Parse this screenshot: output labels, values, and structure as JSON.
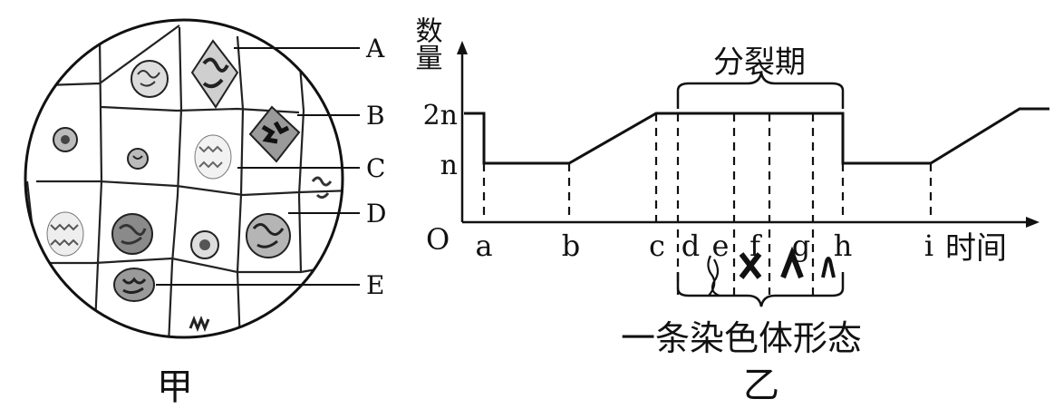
{
  "panel_jia": {
    "caption": "甲",
    "labels": [
      "A",
      "B",
      "C",
      "D",
      "E"
    ]
  },
  "panel_yi": {
    "caption": "乙",
    "y_axis_label": "数量",
    "x_axis_label": "时间",
    "origin_label": "O",
    "y_ticks": [
      "2n",
      "n"
    ],
    "time_points": [
      "a",
      "b",
      "c",
      "d",
      "e",
      "f",
      "g",
      "h",
      "i"
    ],
    "top_brace_label": "分裂期",
    "bottom_brace_label": "一条染色体形态"
  },
  "chart_data": {
    "type": "line",
    "title": "",
    "xlabel": "时间",
    "ylabel": "数量",
    "series": [
      {
        "points": [
          [
            "start",
            "2n"
          ],
          [
            "a",
            "2n"
          ],
          [
            "a",
            "n"
          ],
          [
            "b",
            "n"
          ],
          [
            "c",
            "2n"
          ],
          [
            "h",
            "2n"
          ],
          [
            "h",
            "n"
          ],
          [
            "i",
            "n"
          ],
          [
            "end",
            "2n"
          ]
        ]
      }
    ]
  }
}
